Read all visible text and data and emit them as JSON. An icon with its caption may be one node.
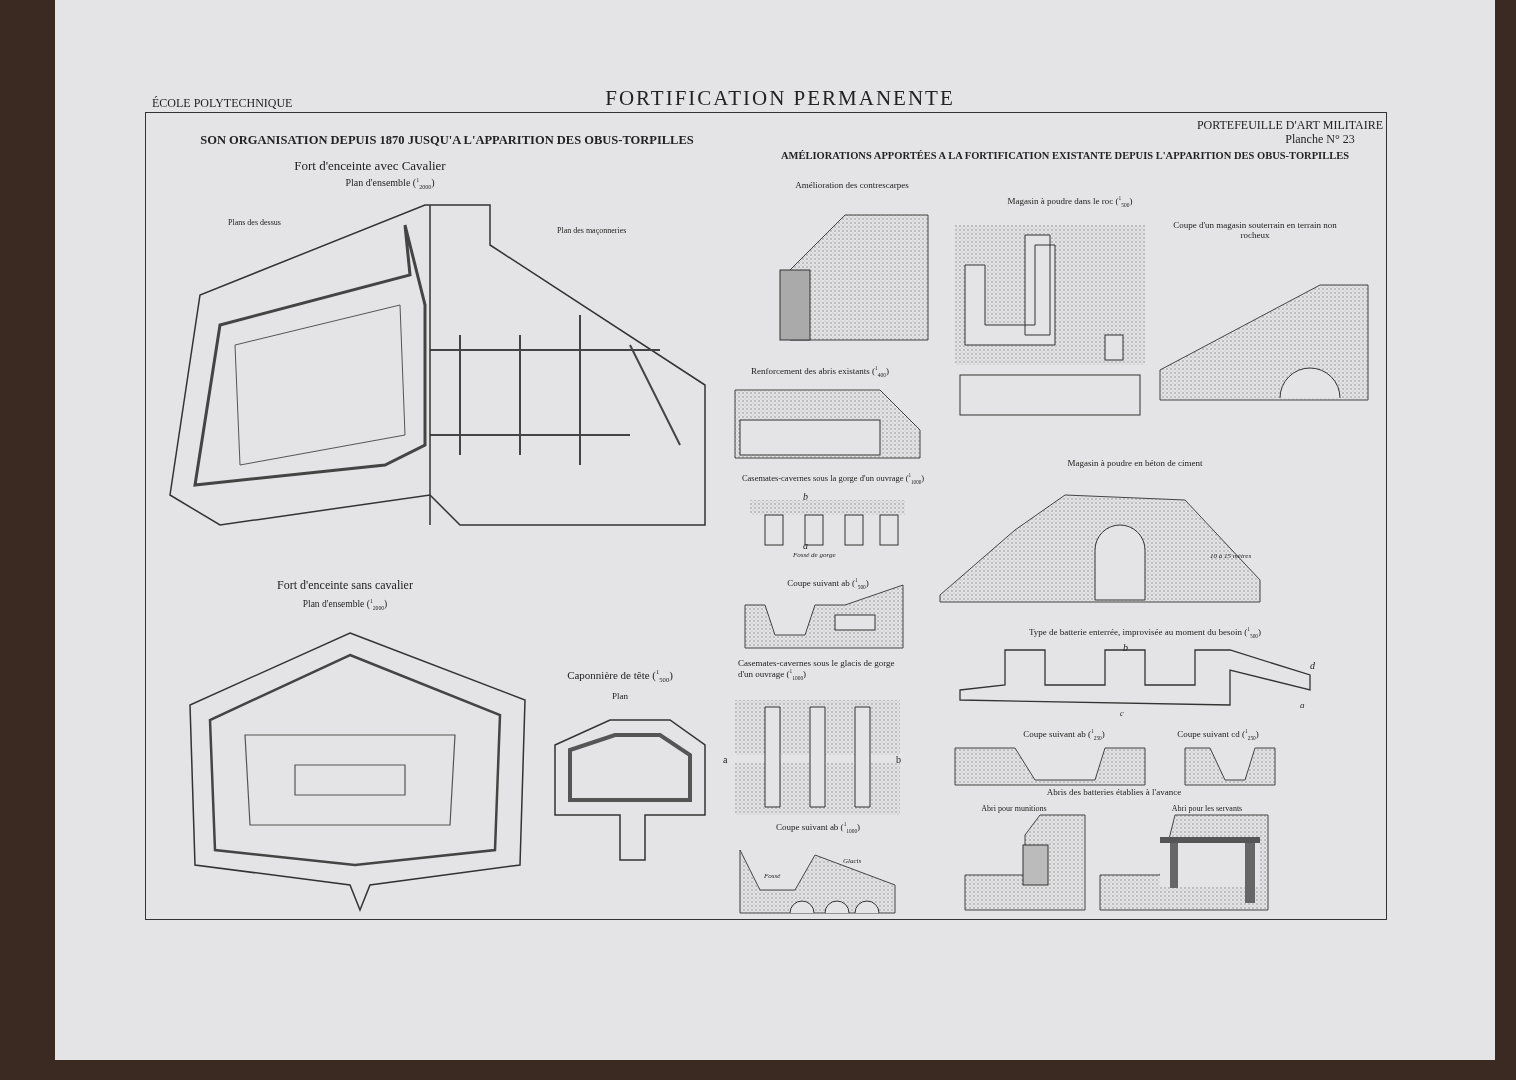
{
  "diagram": {
    "title": "FORTIFICATION PERMANENTE",
    "labels": [
      "ÉCOLE POLYTECHNIQUE",
      "PORTEFEUILLE D'ART MILITAIRE",
      "Planche N° 23",
      "SON ORGANISATION DEPUIS 1870 JUSQU'A L'APPARITION DES OBUS-TORPILLES",
      "Fort d'enceinte avec Cavalier",
      "Plan d'ensemble ($^{1}$$_{2000}$)",
      "Plans des dessus",
      "Plan des maçonneries",
      "AMÉLIORATIONS APPORTÉES A LA FORTIFICATION EXISTANTE DEPUIS L'APPARITION DES OBUS-TORPILLES",
      "Amélioration des contrescarpes",
      "Magasin à poudre dans le roc ($^{1}$$_{500}$)",
      "Coupe d'un magasin souterrain en terrain non rocheux",
      "Renforcement des abris existants ($^{1}$$_{400}$)",
      "Magasin à poudre en béton de ciment",
      "Casemates-cavernes sous la gorge d'un ouvrage ($^{1}$$_{1000}$)",
      "b",
      "a",
      "Fossé de gorge",
      "10 à 15 mètres",
      "Coupe suivant ab ($^{1}$$_{500}$)",
      "Fort d'enceinte sans cavalier",
      "Plan d'ensemble ($^{1}$$_{2000}$)",
      "Type de batterie enterrée, improvisée au moment du besoin ($^{1}$$_{500}$)",
      "b",
      "d",
      "Caponnière de tête ($^{1}$$_{500}$)",
      "Casemates-cavernes sous le glacis de gorge d'un ouvrage ($^{1}$$_{1000}$)",
      "a",
      "c",
      "Plan",
      "Coupe suivant ab ($^{1}$$_{250}$)",
      "Coupe suivant cd ($^{1}$$_{250}$)",
      "a",
      "b",
      "Abris des batteries établies à l'avance",
      "Abri pour munitions",
      "Abri pour les servants",
      "Coupe suivant ab ($^{1}$$_{1000}$)",
      "Glacis",
      "Fossé"
    ]
  }
}
